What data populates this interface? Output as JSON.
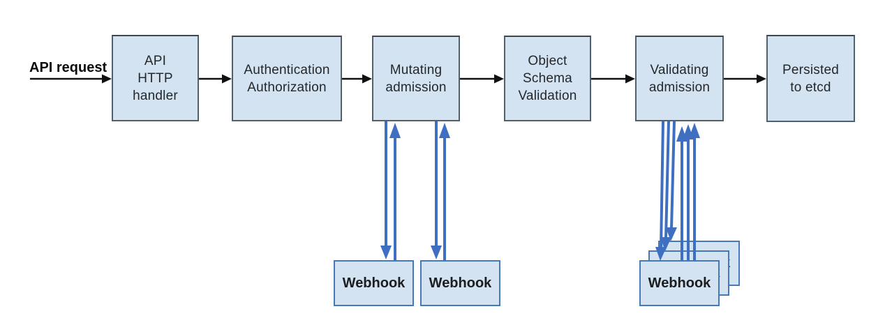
{
  "request_label": "API request",
  "pipeline": [
    {
      "label": "API\nHTTP\nhandler"
    },
    {
      "label": "Authentication\nAuthorization"
    },
    {
      "label": "Mutating\nadmission"
    },
    {
      "label": "Object\nSchema\nValidation"
    },
    {
      "label": "Validating\nadmission"
    },
    {
      "label": "Persisted\nto etcd"
    }
  ],
  "mutating_webhooks": [
    {
      "label": "Webhook"
    },
    {
      "label": "Webhook"
    }
  ],
  "validating_webhooks": [
    {
      "label": "Webhook"
    },
    {
      "label": "Webhook"
    },
    {
      "label": "Webhook"
    }
  ],
  "colors": {
    "box_fill": "#d3e3f1",
    "box_border": "#545f69",
    "webhook_border": "#4579b8",
    "arrow_blue": "#3e6fc1",
    "arrow_black": "#111111",
    "background": "#ffffff"
  }
}
